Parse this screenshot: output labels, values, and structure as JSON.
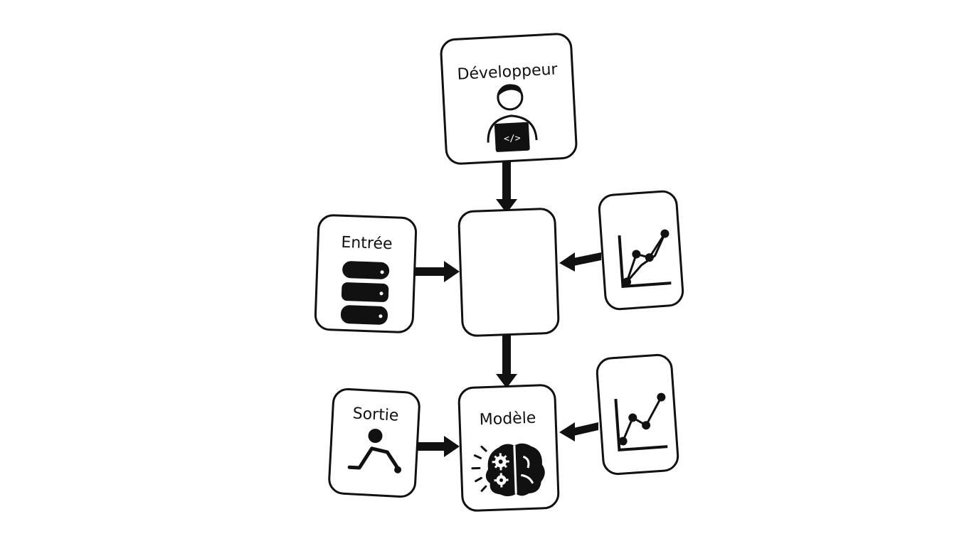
{
  "nodes": {
    "developer": {
      "label": "Développeur",
      "icon": "developer-laptop-icon"
    },
    "input": {
      "label": "Entrée",
      "icon": "database-icon"
    },
    "center": {
      "label": ""
    },
    "chart_top": {
      "icon": "line-chart-icon"
    },
    "output": {
      "label": "Sortie",
      "icon": "person-curve-icon"
    },
    "model": {
      "label": "Modèle",
      "icon": "brain-gears-icon"
    },
    "chart_bottom": {
      "icon": "line-chart-icon"
    }
  },
  "edges": [
    {
      "from": "developer",
      "to": "center"
    },
    {
      "from": "input",
      "to": "center"
    },
    {
      "from": "chart_top",
      "to": "center"
    },
    {
      "from": "center",
      "to": "model"
    },
    {
      "from": "output",
      "to": "model"
    },
    {
      "from": "chart_bottom",
      "to": "model"
    }
  ],
  "colors": {
    "stroke": "#111111",
    "background": "#ffffff"
  }
}
